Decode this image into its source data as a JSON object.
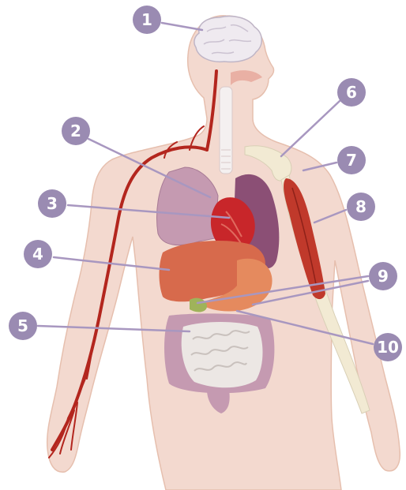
{
  "colors": {
    "badge": "#9a8bb2",
    "leader": "#a897c0",
    "skin": "#f3d9cf",
    "skin_outline": "#e6bfae",
    "artery": "#b3261e",
    "lung": "#c59ab1",
    "lung_dark": "#8b4f75",
    "heart": "#c8262a",
    "liver": "#d76a4c",
    "stomach": "#e58a5e",
    "intestine": "#ece7e4",
    "colon": "#c59ab1",
    "brain": "#efeaf0",
    "muscle": "#c0392b",
    "bone": "#f2ead3",
    "trachea": "#f4f0f0"
  },
  "labels": [
    {
      "id": "1",
      "text": "1"
    },
    {
      "id": "2",
      "text": "2"
    },
    {
      "id": "3",
      "text": "3"
    },
    {
      "id": "4",
      "text": "4"
    },
    {
      "id": "5",
      "text": "5"
    },
    {
      "id": "6",
      "text": "6"
    },
    {
      "id": "7",
      "text": "7"
    },
    {
      "id": "8",
      "text": "8"
    },
    {
      "id": "9",
      "text": "9"
    },
    {
      "id": "10",
      "text": "10"
    }
  ]
}
